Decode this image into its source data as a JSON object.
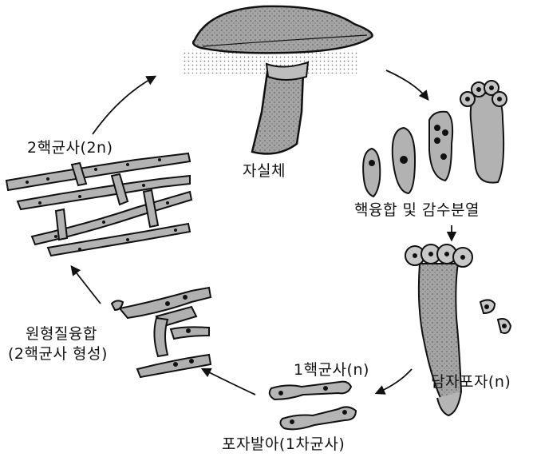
{
  "labels": {
    "fruiting_body": "자실체",
    "karyogamy_meiosis": "핵융합 및 감수분열",
    "basidiospore": "담자포자(n)",
    "primary_mycelium": "1핵균사(n)",
    "spore_germination": "포자발아(1차균사)",
    "plasmogamy_line1": "원형질융합",
    "plasmogamy_line2": "(2핵균사 형성)",
    "dikaryotic_mycelium": "2핵균사(2n)"
  },
  "colors": {
    "ink": "#111111",
    "cell_fill": "#a9a9a9",
    "cap_fill": "#8e8e8e",
    "stipe_fill": "#9a9a9a",
    "paper": "#ffffff"
  }
}
